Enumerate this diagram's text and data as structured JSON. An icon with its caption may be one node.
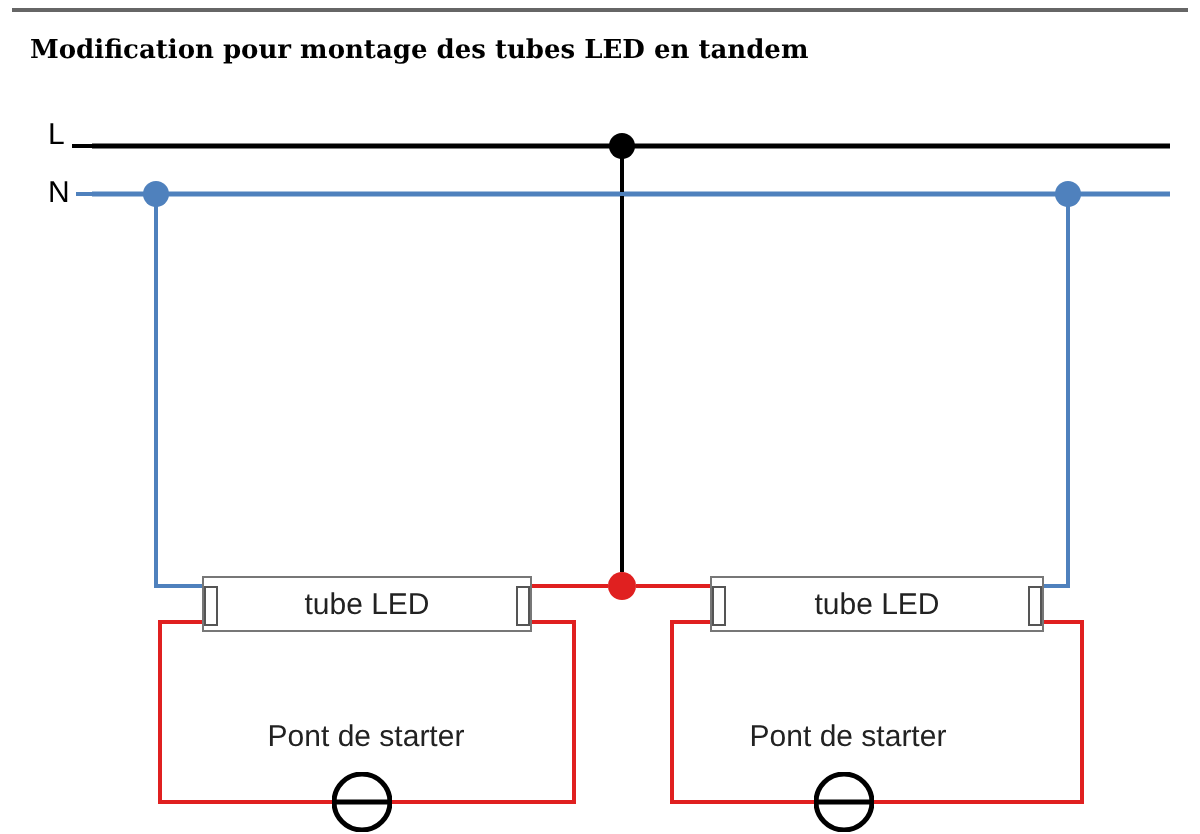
{
  "diagram": {
    "title": "Modification pour montage des tubes LED en tandem",
    "nodes": [
      {
        "text": [
          "L"
        ]
      },
      {
        "text": [
          "N"
        ]
      },
      {
        "text": [
          "tube LED"
        ]
      },
      {
        "text": [],
        "shape": "circle"
      },
      {
        "text": [
          "tube LED"
        ]
      },
      {
        "text": [],
        "shape": "circle",
        "beside": [
          "Pont de starter"
        ]
      },
      {
        "text": [],
        "shape": "circle",
        "beside": [
          "Pont de starter"
        ]
      }
    ],
    "edges": [
      {
        "from": 0,
        "to": 3,
        "arrow": "none",
        "color": "#000000"
      },
      {
        "from": 1,
        "to": 2,
        "arrow": "none",
        "color": "#4f81bd"
      },
      {
        "from": 1,
        "to": 4,
        "arrow": "none",
        "color": "#4f81bd"
      },
      {
        "from": 2,
        "to": 3,
        "arrow": "none",
        "color": "#e02020"
      },
      {
        "from": 3,
        "to": 4,
        "arrow": "none",
        "color": "#e02020"
      },
      {
        "from": 2,
        "to": 5,
        "arrow": "none",
        "color": "#e02020"
      },
      {
        "from": 2,
        "to": 5,
        "arrow": "none",
        "color": "#e02020"
      },
      {
        "from": 4,
        "to": 6,
        "arrow": "none",
        "color": "#e02020"
      },
      {
        "from": 4,
        "to": 6,
        "arrow": "none",
        "color": "#e02020"
      }
    ]
  }
}
